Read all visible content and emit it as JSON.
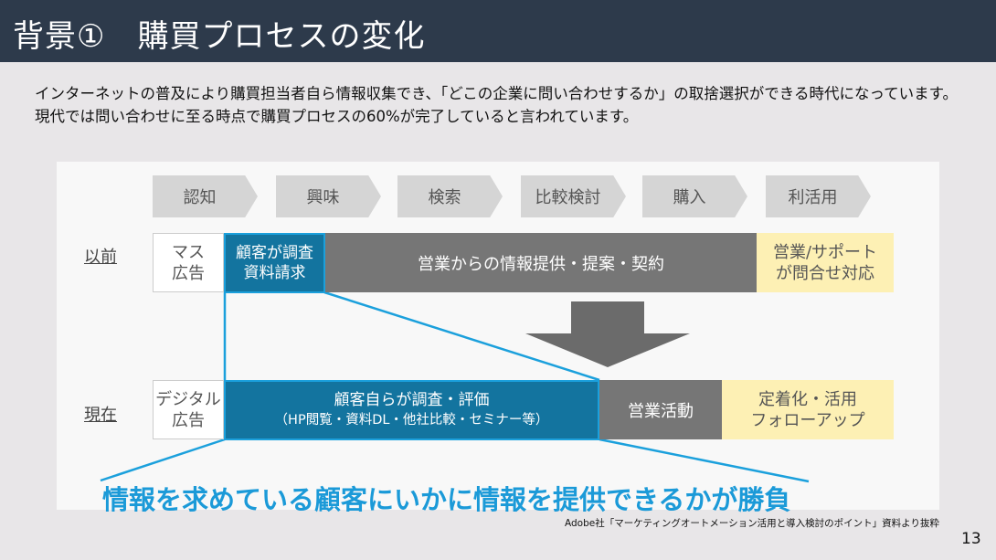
{
  "title": "背景①　購買プロセスの変化",
  "intro": "インターネットの普及により購買担当者自ら情報収集でき、「どこの企業に問い合わせするか」の取捨選択ができる時代になっています。現代では問い合わせに至る時点で購買プロセスの60%が完了していると言われています。",
  "stages": [
    "認知",
    "興味",
    "検索",
    "比較検討",
    "購入",
    "利活用"
  ],
  "before": {
    "label": "以前",
    "ad": "マス\n広告",
    "research": "顧客が調査\n資料請求",
    "sales": "営業からの情報提供・提案・契約",
    "support": "営業/サポート\nが問合せ対応"
  },
  "now": {
    "label": "現在",
    "ad": "デジタル\n広告",
    "research_title": "顧客自らが調査・評価",
    "research_sub": "（HP閲覧・資料DL・他社比較・セミナー等）",
    "sales": "営業活動",
    "support": "定着化・活用\nフォローアップ"
  },
  "message": "情報を求めている顧客にいかに情報を提供できるかが勝負",
  "citation": "Adobe社「マーケティングオートメーション活用と導入検討のポイント」資料より抜粋",
  "page_number": "13",
  "colors": {
    "header": "#2d3a4b",
    "blue": "#13749f",
    "accent": "#1b9ad8",
    "gray": "#767676",
    "yellow": "#fdf0b4"
  }
}
